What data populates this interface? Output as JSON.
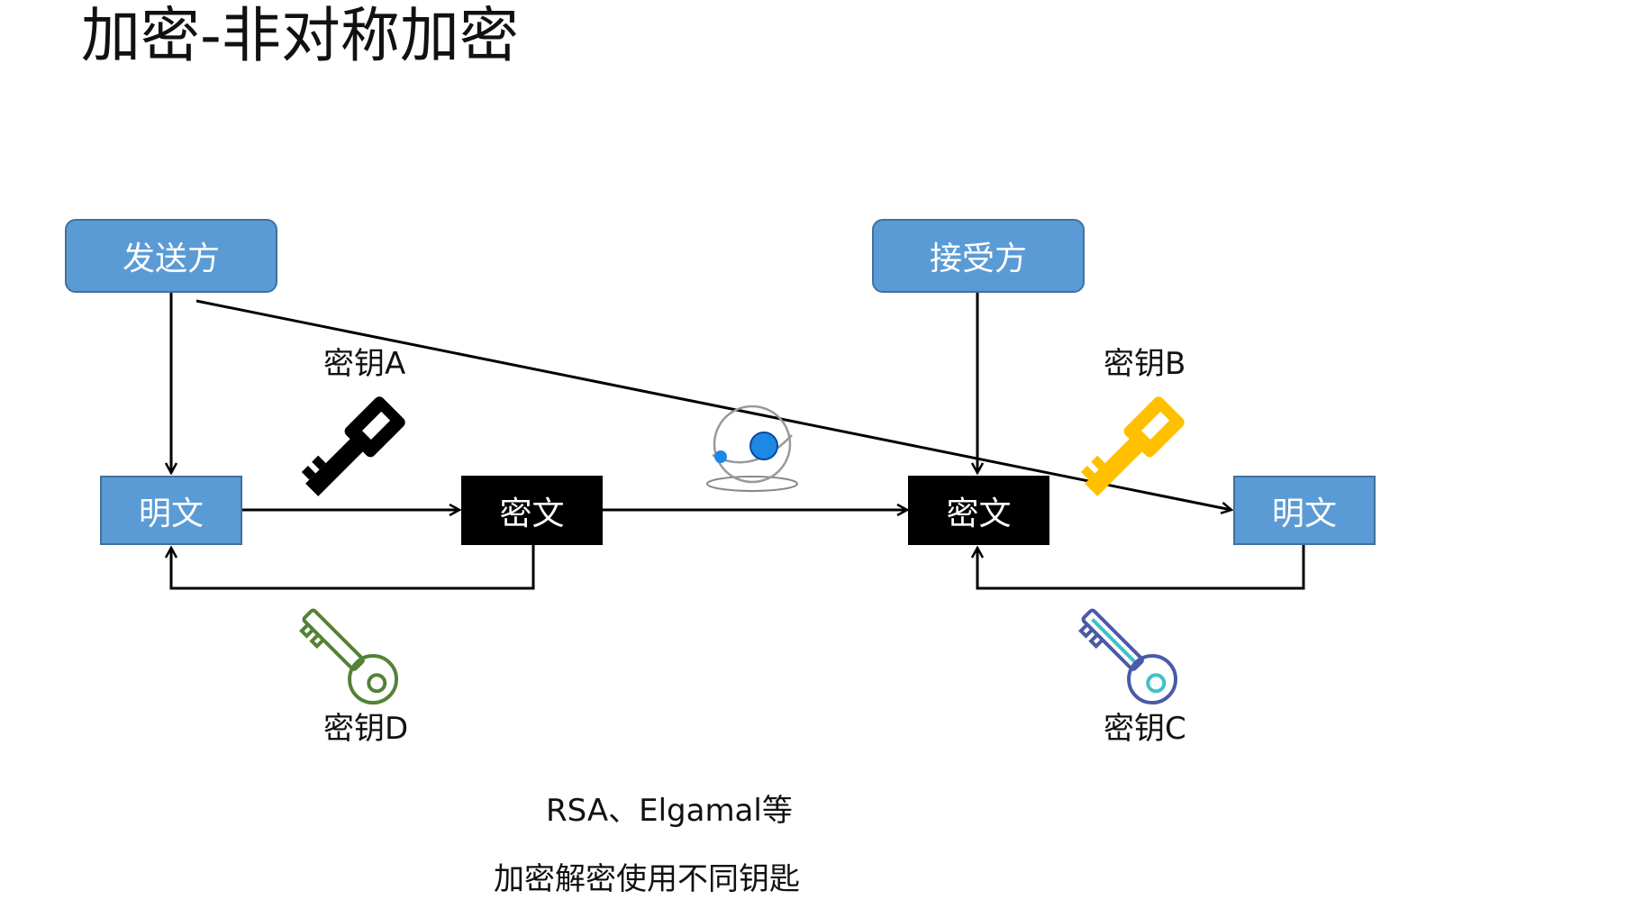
{
  "title": "加密-非对称加密",
  "parties": {
    "sender": "发送方",
    "receiver": "接受方"
  },
  "boxes": {
    "plaintext_left": "明文",
    "ciphertext_left": "密文",
    "ciphertext_right": "密文",
    "plaintext_right": "明文"
  },
  "keys": {
    "a": {
      "label": "密钥A",
      "color": "#000000",
      "icon": "key-icon"
    },
    "b": {
      "label": "密钥B",
      "color": "#ffc000",
      "icon": "key-icon"
    },
    "c": {
      "label": "密钥C",
      "color": "#4a5aa8",
      "icon": "key-icon"
    },
    "d": {
      "label": "密钥D",
      "color": "#548235",
      "icon": "key-icon"
    }
  },
  "notes": {
    "algorithms": "RSA、Elgamal等",
    "description": "加密解密使用不同钥匙"
  },
  "colors": {
    "box_blue": "#5b9bd5",
    "network_icon": "#1e88e5"
  }
}
